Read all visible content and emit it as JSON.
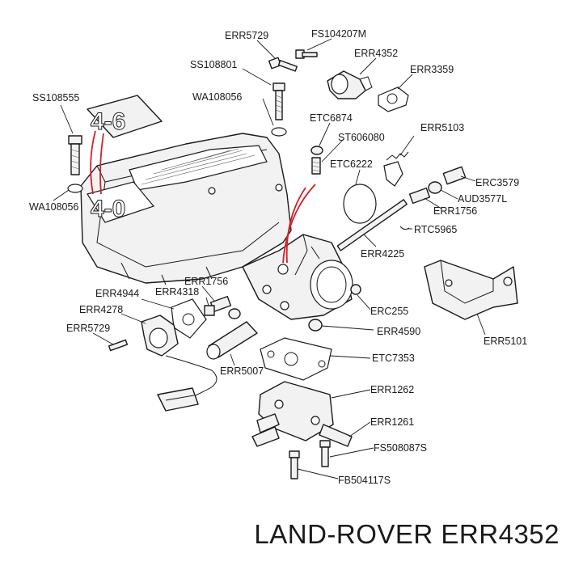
{
  "caption": "LAND-ROVER ERR4352",
  "embossed_marks": {
    "cover": "4-6",
    "plenum": "4-0"
  },
  "labels": [
    {
      "id": "err5729-top",
      "text": "ERR5729"
    },
    {
      "id": "fs104207m",
      "text": "FS104207M"
    },
    {
      "id": "ss108801",
      "text": "SS108801"
    },
    {
      "id": "err4352",
      "text": "ERR4352"
    },
    {
      "id": "err3359",
      "text": "ERR3359"
    },
    {
      "id": "ss108555",
      "text": "SS108555"
    },
    {
      "id": "wa108056-top",
      "text": "WA108056"
    },
    {
      "id": "etc6874",
      "text": "ETC6874"
    },
    {
      "id": "err5103",
      "text": "ERR5103"
    },
    {
      "id": "st606080",
      "text": "ST606080"
    },
    {
      "id": "etc6222",
      "text": "ETC6222"
    },
    {
      "id": "erc3579",
      "text": "ERC3579"
    },
    {
      "id": "aud3577l",
      "text": "AUD3577L"
    },
    {
      "id": "wa108056-left",
      "text": "WA108056"
    },
    {
      "id": "err1756-right",
      "text": "ERR1756"
    },
    {
      "id": "rtc5965",
      "text": "RTC5965"
    },
    {
      "id": "err4225",
      "text": "ERR4225"
    },
    {
      "id": "err1756-mid",
      "text": "ERR1756"
    },
    {
      "id": "err4944",
      "text": "ERR4944"
    },
    {
      "id": "err4318",
      "text": "ERR4318"
    },
    {
      "id": "err4278",
      "text": "ERR4278"
    },
    {
      "id": "erc255",
      "text": "ERC255"
    },
    {
      "id": "err5729-left",
      "text": "ERR5729"
    },
    {
      "id": "err4590",
      "text": "ERR4590"
    },
    {
      "id": "err5101",
      "text": "ERR5101"
    },
    {
      "id": "etc7353",
      "text": "ETC7353"
    },
    {
      "id": "err5007",
      "text": "ERR5007"
    },
    {
      "id": "err1262",
      "text": "ERR1262"
    },
    {
      "id": "err1261",
      "text": "ERR1261"
    },
    {
      "id": "fs508087s",
      "text": "FS508087S"
    },
    {
      "id": "fb504117s",
      "text": "FB504117S"
    }
  ]
}
